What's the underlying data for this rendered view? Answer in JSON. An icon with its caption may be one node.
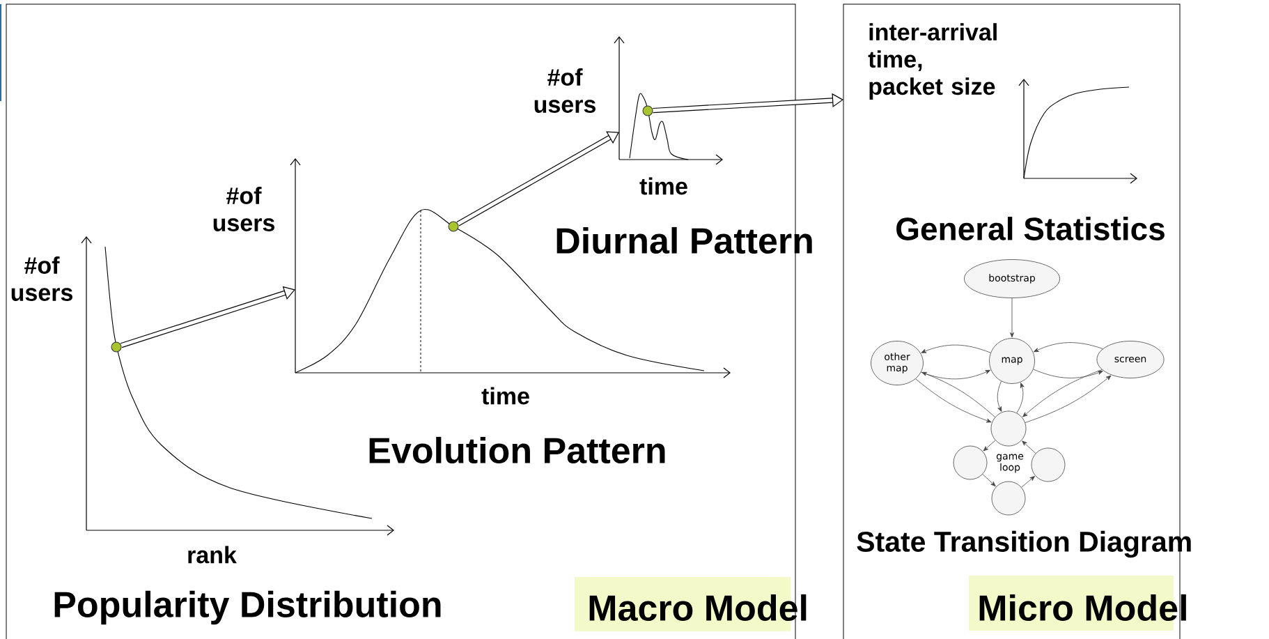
{
  "diagram": {
    "nodes": [
      {
        "text": [
          "Macro Model"
        ]
      },
      {
        "text": [],
        "shape": "chart",
        "in": 0
      },
      {
        "text": [],
        "shape": "chart",
        "in": 0
      },
      {
        "text": [],
        "shape": "chart",
        "in": 0
      },
      {
        "text": [
          "Micro Model"
        ]
      },
      {
        "text": [],
        "shape": "chart",
        "in": 4
      },
      {
        "text": [],
        "shape": "circle",
        "in": 1
      },
      {
        "text": [],
        "shape": "circle",
        "in": 2
      },
      {
        "text": [],
        "shape": "circle",
        "in": 3
      },
      {
        "text": [
          "bootstrap"
        ],
        "in": 4
      },
      {
        "text": [
          "other map"
        ],
        "in": 4
      },
      {
        "text": [
          "map"
        ],
        "in": 4
      },
      {
        "text": [
          "screen"
        ],
        "in": 4
      },
      {
        "text": [],
        "shape": "circle",
        "in": 4
      },
      {
        "text": [],
        "shape": "circle",
        "in": 4
      },
      {
        "text": [],
        "shape": "circle",
        "in": 4
      },
      {
        "text": [],
        "shape": "circle",
        "in": 4
      }
    ],
    "edges": [
      {
        "from": 6,
        "to": 2,
        "arrow": "to",
        "style": "thick"
      },
      {
        "from": 7,
        "to": 3,
        "arrow": "to",
        "style": "thick"
      },
      {
        "from": 8,
        "to": 4,
        "arrow": "to",
        "style": "thick"
      },
      {
        "from": 9,
        "to": 11,
        "arrow": "to"
      },
      {
        "from": 11,
        "to": 10,
        "arrow": "to"
      },
      {
        "from": 10,
        "to": 11,
        "arrow": "to"
      },
      {
        "from": 12,
        "to": 11,
        "arrow": "to"
      },
      {
        "from": 11,
        "to": 12,
        "arrow": "to"
      },
      {
        "from": 11,
        "to": 13,
        "arrow": "to"
      },
      {
        "from": 13,
        "to": 11,
        "arrow": "to"
      },
      {
        "from": 13,
        "to": 10,
        "arrow": "to"
      },
      {
        "from": 10,
        "to": 13,
        "arrow": "to"
      },
      {
        "from": 13,
        "to": 12,
        "arrow": "to"
      },
      {
        "from": 12,
        "to": 13,
        "arrow": "to"
      },
      {
        "from": 13,
        "to": 14,
        "arrow": "to"
      },
      {
        "from": 14,
        "to": 16,
        "arrow": "to"
      },
      {
        "from": 16,
        "to": 15,
        "arrow": "to"
      },
      {
        "from": 15,
        "to": 13,
        "arrow": "to"
      }
    ],
    "labels": [
      "#of users",
      "rank",
      "Popularity Distribution",
      "#of users",
      "time",
      "Evolution Pattern",
      "#of users",
      "time",
      "Diurnal Pattern",
      "inter-arrival time, packet size",
      "General Statistics",
      "game loop",
      "State Transition Diagram"
    ]
  }
}
